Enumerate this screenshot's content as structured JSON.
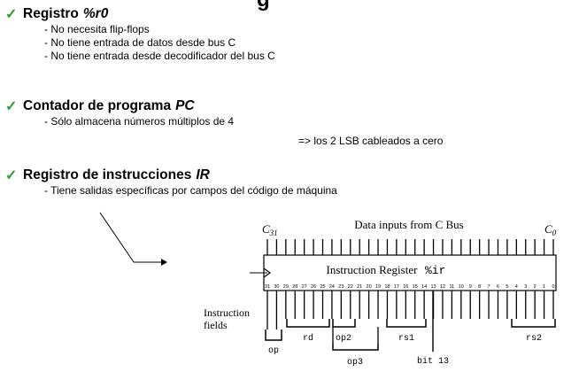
{
  "slide": {
    "title_fragment": "g",
    "sections": [
      {
        "heading": "Registro",
        "emphasis": "%r0",
        "bullets": [
          "- No necesita flip-flops",
          "- No tiene entrada de datos desde bus C",
          "- No tiene entrada desde decodificador del bus C"
        ]
      },
      {
        "heading": "Contador de programa",
        "emphasis": "PC",
        "bullets": [
          "- Sólo almacena números múltiplos de 4"
        ],
        "note": "=> los 2 LSB cableados a cero"
      },
      {
        "heading": "Registro de instrucciones",
        "emphasis": "IR",
        "bullets": [
          "- Tiene salidas específicas por campos del código de máquina"
        ]
      }
    ],
    "accent_color": "#2e9e2e",
    "check_icon": "check-icon"
  },
  "diagram": {
    "c31": "C",
    "c31_sub": "31",
    "c0": "C",
    "c0_sub": "0",
    "bus_label": "Data inputs from C Bus",
    "register_label": "Instruction Register",
    "register_name": "%ir",
    "bit_numbers": [
      "31",
      "30",
      "29",
      "28",
      "27",
      "26",
      "25",
      "24",
      "23",
      "22",
      "21",
      "20",
      "19",
      "18",
      "17",
      "16",
      "15",
      "14",
      "13",
      "12",
      "11",
      "10",
      "9",
      "8",
      "7",
      "6",
      "5",
      "4",
      "3",
      "2",
      "1",
      "0"
    ],
    "fields_label_line1": "Instruction",
    "fields_label_line2": "fields",
    "fields": [
      "op",
      "rd",
      "op2",
      "op3",
      "rs1",
      "bit 13",
      "rs2"
    ]
  }
}
